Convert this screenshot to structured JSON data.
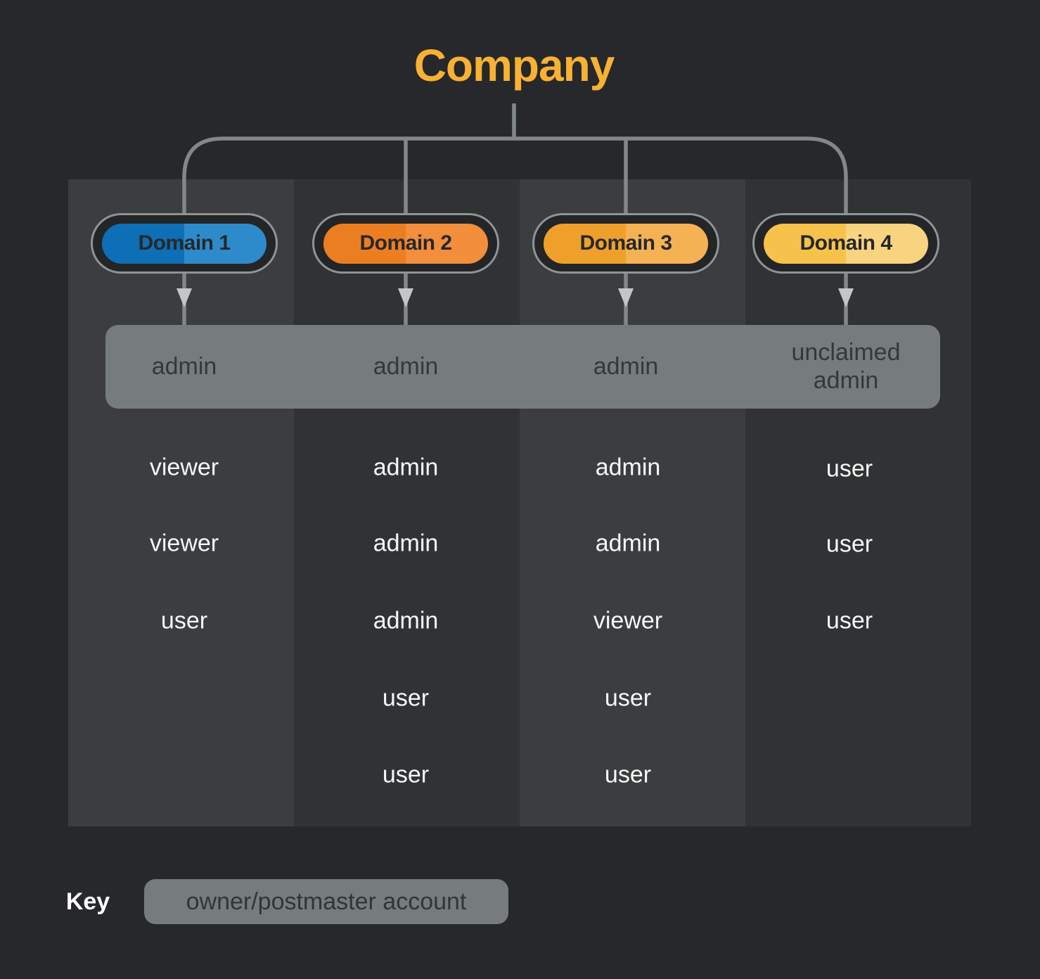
{
  "diagram": {
    "title": "Company",
    "domains": [
      {
        "label": "Domain 1",
        "left": "#0E6FB6",
        "right": "#2E8BCB"
      },
      {
        "label": "Domain 2",
        "left": "#EC7E22",
        "right": "#F28E3C"
      },
      {
        "label": "Domain 3",
        "left": "#EFA02B",
        "right": "#F4B254"
      },
      {
        "label": "Domain 4",
        "left": "#F6C24C",
        "right": "#F9D480"
      }
    ],
    "owner_bar_cells": [
      "admin",
      "admin",
      "admin",
      "unclaimed admin"
    ],
    "roles": [
      [
        "viewer",
        "viewer",
        "user"
      ],
      [
        "admin",
        "admin",
        "admin",
        "user",
        "user"
      ],
      [
        "admin",
        "admin",
        "viewer",
        "user",
        "user"
      ],
      [
        "user",
        "user",
        "user"
      ]
    ],
    "key": {
      "label": "Key",
      "value": "owner/postmaster account"
    }
  },
  "colors": {
    "background": "#26282B",
    "panel_light": "#3B3D3F",
    "panel_dark": "#303234",
    "title": "#F8B133",
    "owner_bar": "#767C7C",
    "connector_line": "#82888A",
    "arrowhead": "#C2C6C7",
    "pill_ring": "#8F9496",
    "pill_dark_fill": "#232527",
    "role_text": "#F6F7F7",
    "dark_text": "#343839"
  }
}
